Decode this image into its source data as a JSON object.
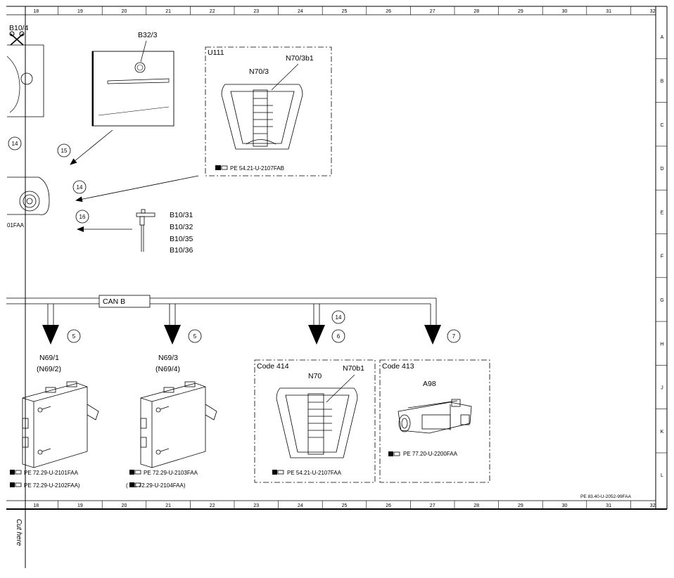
{
  "columns": [
    "18",
    "19",
    "20",
    "21",
    "22",
    "23",
    "24",
    "25",
    "26",
    "27",
    "28",
    "29",
    "30",
    "31",
    "32"
  ],
  "rows": [
    "A",
    "B",
    "C",
    "D",
    "E",
    "F",
    "G",
    "H",
    "J",
    "K",
    "L"
  ],
  "bus_label": "CAN B",
  "cut_text": "Cut here",
  "sheet_ref": "PE 83.40-U-2052-99FAA",
  "components": {
    "b10_4": "B10/4",
    "b32_3": "B32/3",
    "u111": "U111",
    "n70_3": "N70/3",
    "n70_3b1": "N70/3b1",
    "u111_ref": "PE 54.21-U-2107FAB",
    "b10_sensors": [
      "B10/31",
      "B10/32",
      "B10/35",
      "B10/36"
    ],
    "left_ref_fragment": "01FAA",
    "n69_1": "N69/1",
    "n69_2": "(N69/2)",
    "n69_1_ref": "PE 72.29-U-2101FAA",
    "n69_2_ref": "PE 72.29-U-2102FAA)",
    "n69_3": "N69/3",
    "n69_4": "(N69/4)",
    "n69_3_ref": "PE 72.29-U-2103FAA",
    "n69_4_ref": "( PE 72.29-U-2104FAA)",
    "code414": "Code 414",
    "n70": "N70",
    "n70b1": "N70b1",
    "n70_ref": "PE 54.21-U-2107FAA",
    "code413": "Code 413",
    "a98": "A98",
    "a98_ref": "PE 77.20-U-2200FAA"
  },
  "circle_labels": {
    "c14_left": "14",
    "c15": "15",
    "c14_mid": "14",
    "c16": "16",
    "c5_a": "5",
    "c5_b": "5",
    "c14_bus": "14",
    "c6": "6",
    "c7": "7"
  }
}
